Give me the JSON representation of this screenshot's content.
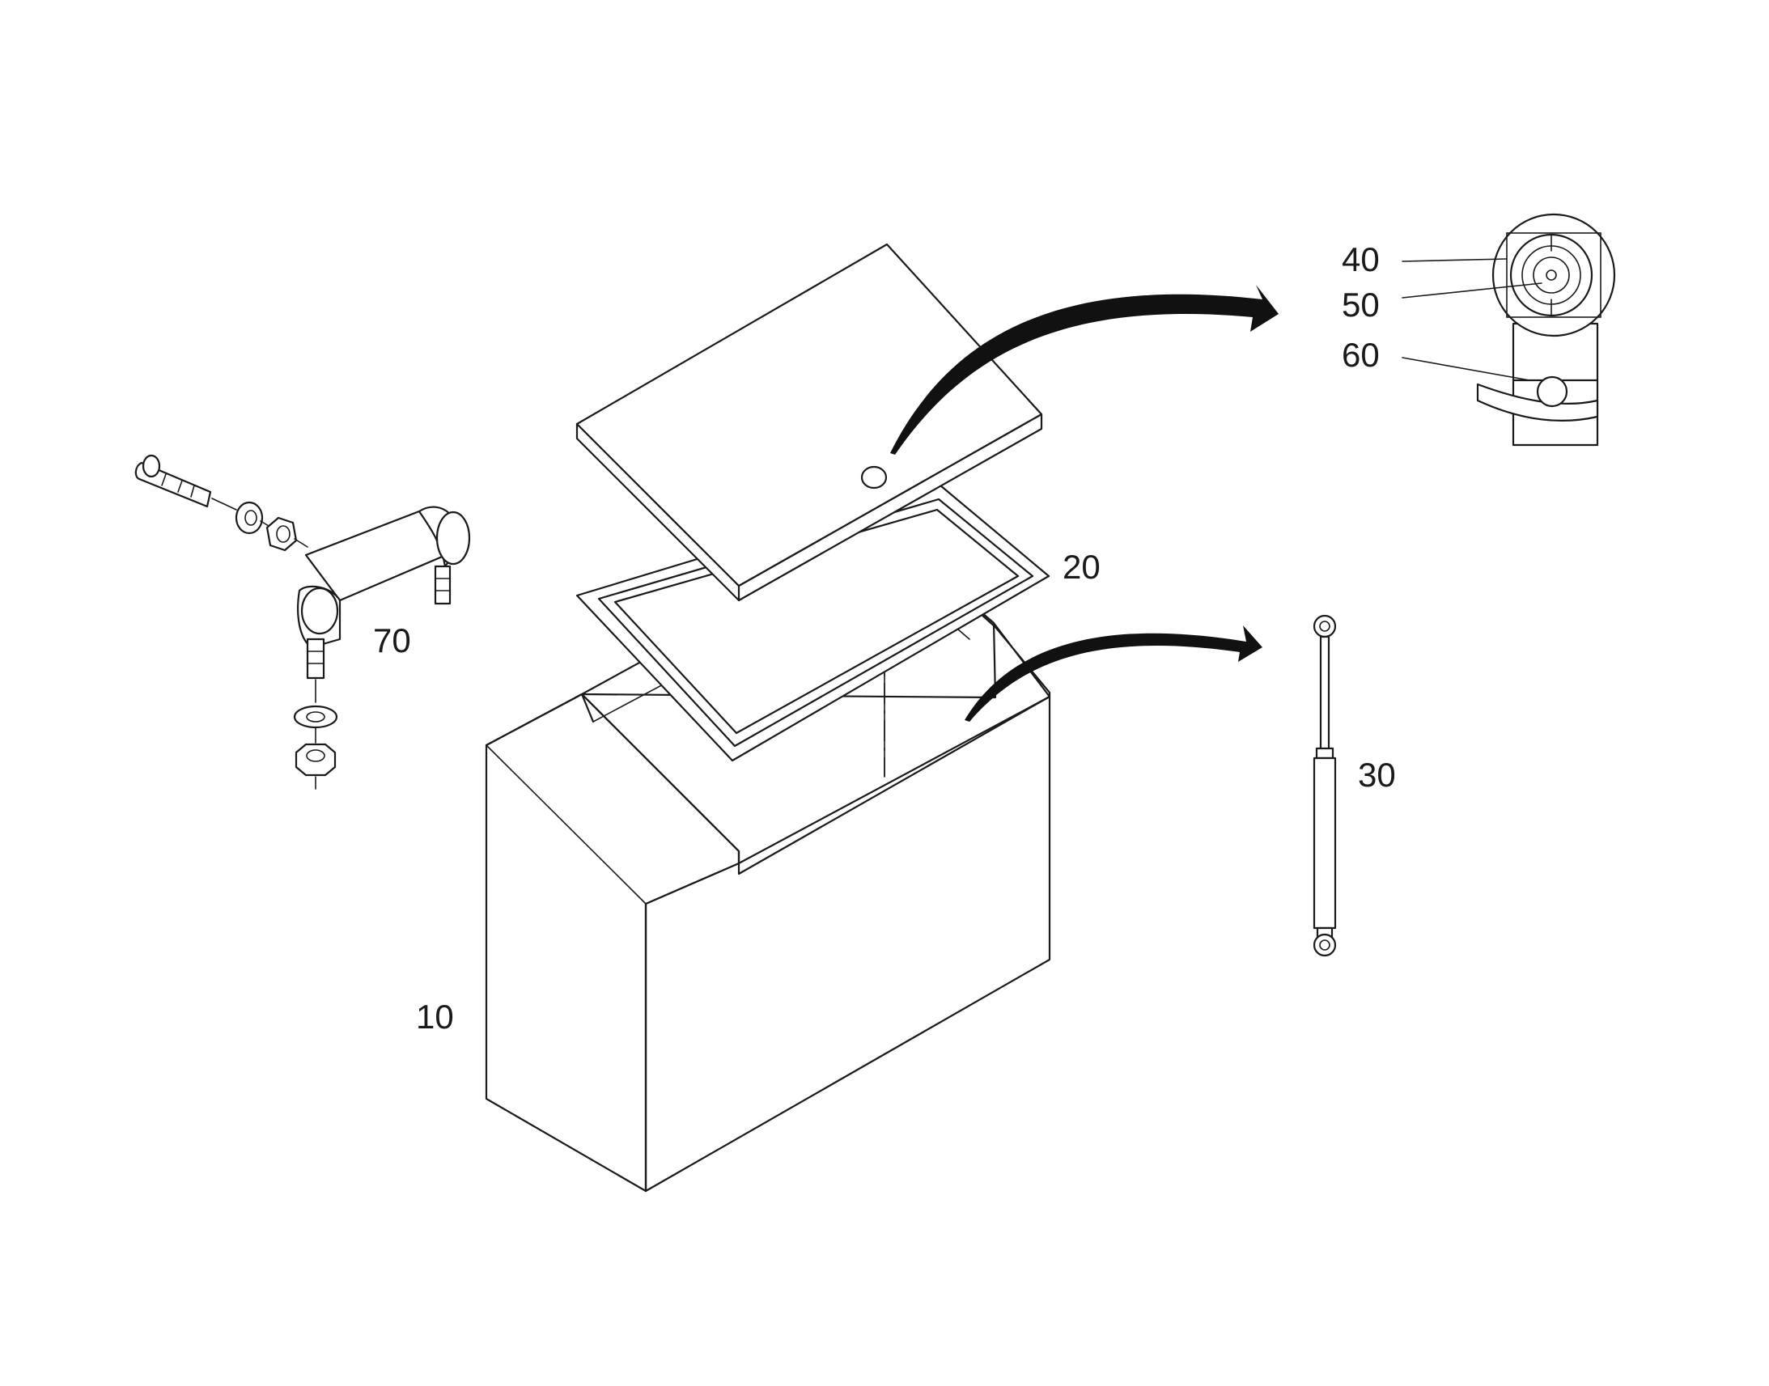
{
  "callouts": {
    "box": "10",
    "gasket": "20",
    "gas_spring": "30",
    "lock_cylinder": "40",
    "key_insert": "50",
    "latch_cam": "60",
    "hinge_assembly": "70"
  },
  "colors": {
    "line": "#1a1a1a",
    "background": "#ffffff"
  }
}
